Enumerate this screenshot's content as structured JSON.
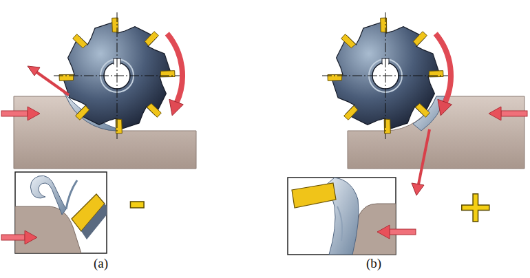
{
  "diagram": {
    "labels": [
      "(a)",
      "(b)",
      "-",
      "+"
    ]
  }
}
